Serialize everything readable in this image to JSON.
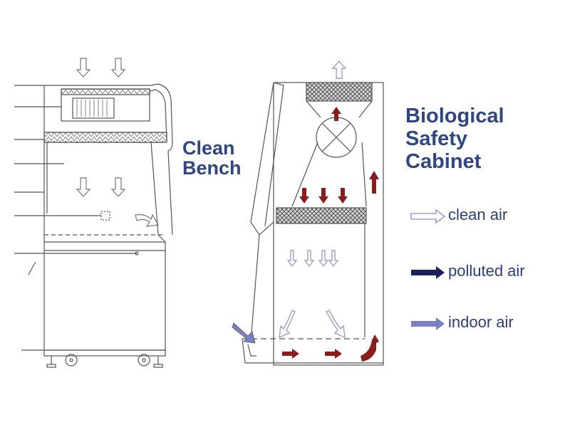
{
  "labels": {
    "clean_bench_line1": "Clean",
    "clean_bench_line2": "Bench",
    "bsc_line1": "Biological",
    "bsc_line2": "Safety",
    "bsc_line3": "Cabinet"
  },
  "legend": {
    "clean_air": "clean air",
    "polluted_air": "polluted air",
    "indoor_air": "indoor air"
  },
  "colors": {
    "line": "#555555",
    "clean_arrow": "#9a9fcf",
    "polluted_arrow": "#8b1c1c",
    "legend_polluted": "#1a1f5e",
    "indoor_arrow": "#7a80c4",
    "label": "#2f4682",
    "filter": "#6a6a6a"
  }
}
